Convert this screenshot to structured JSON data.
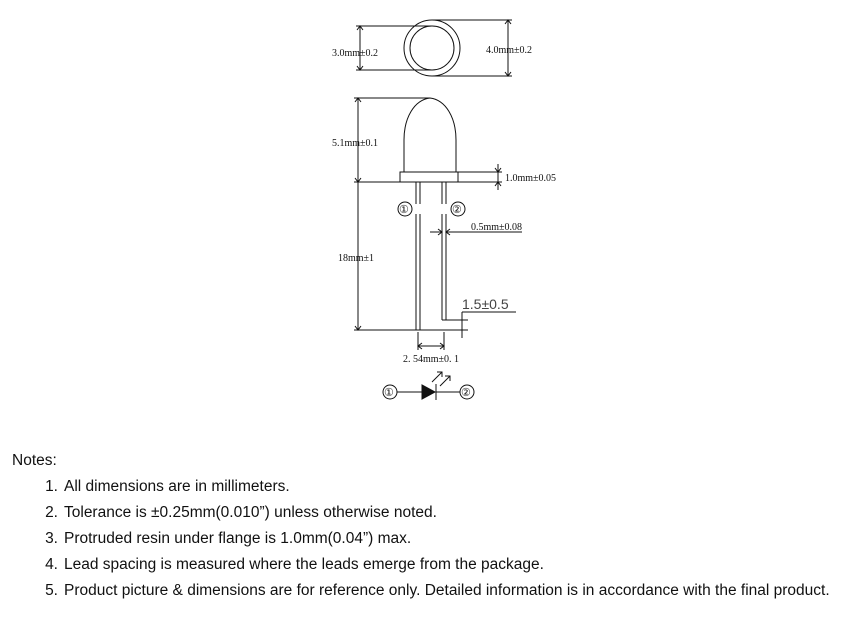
{
  "dimensions": {
    "inner_diameter": "3.0mm±0.2",
    "outer_diameter": "4.0mm±0.2",
    "body_height": "5.1mm±0.1",
    "flange_thickness": "1.0mm±0.05",
    "lead_width": "0.5mm±0.08",
    "lead_length": "18mm±1",
    "lead_offset": "1.5±0.5",
    "lead_spacing": "2. 54mm±0. 1"
  },
  "pins": {
    "pin1": "①",
    "pin2": "②"
  },
  "notes": {
    "title": "Notes:",
    "items": [
      {
        "num": "1.",
        "text": "All dimensions are in millimeters."
      },
      {
        "num": "2.",
        "text": "Tolerance is ±0.25mm(0.010”) unless otherwise noted."
      },
      {
        "num": "3.",
        "text": "Protruded resin under flange is 1.0mm(0.04”) max."
      },
      {
        "num": "4.",
        "text": "Lead spacing is measured where the leads emerge from the package."
      },
      {
        "num": "5.",
        "text": "Product picture & dimensions are for reference only. Detailed information is in accordance with the final product."
      }
    ]
  }
}
